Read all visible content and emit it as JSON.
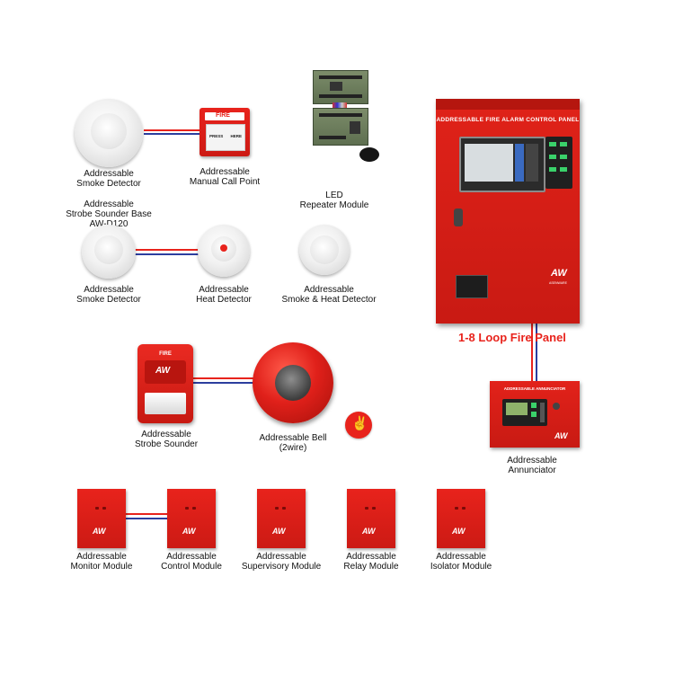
{
  "devices": {
    "smoke_detector_top": {
      "line1": "Addressable",
      "line2": "Smoke Detector"
    },
    "call_point": {
      "line1": "Addressable",
      "line2": "Manual Call Point",
      "fire_text": "FIRE",
      "press_text": "PRESS",
      "here_text": "HERE"
    },
    "led_repeater": {
      "line1": "LED",
      "line2": "Repeater Module"
    },
    "strobe_base": {
      "line1": "Addressable",
      "line2": "Strobe Sounder Base",
      "line3": "AW-D120"
    },
    "smoke_detector_mid": {
      "line1": "Addressable",
      "line2": "Smoke Detector"
    },
    "heat_detector": {
      "line1": "Addressable",
      "line2": "Heat Detector"
    },
    "smoke_heat_detector": {
      "line1": "Addressable",
      "line2": "Smoke & Heat Detector"
    },
    "strobe_sounder": {
      "line1": "Addressable",
      "line2": "Strobe Sounder",
      "fire_text": "FIRE",
      "logo": "AW"
    },
    "bell": {
      "line1": "Addressable Bell",
      "line2": "(2wire)"
    },
    "annunciator": {
      "line1": "Addressable",
      "line2": "Annunciator",
      "title": "ADDRESSABLE ANNUNCIATOR",
      "logo": "AW"
    },
    "modules": [
      {
        "line1": "Addressable",
        "line2": "Monitor Module",
        "logo": "AW"
      },
      {
        "line1": "Addressable",
        "line2": "Control Module",
        "logo": "AW"
      },
      {
        "line1": "Addressable",
        "line2": "Supervisory Module",
        "logo": "AW"
      },
      {
        "line1": "Addressable",
        "line2": "Relay Module",
        "logo": "AW"
      },
      {
        "line1": "Addressable",
        "line2": "Isolator Module",
        "logo": "AW"
      }
    ]
  },
  "panel": {
    "title": "ADDRESSABLE FIRE ALARM CONTROL PANEL",
    "caption": "1-8 Loop Fire Panel",
    "logo": "AW",
    "brand": "ASENWARE"
  },
  "colors": {
    "wire_red": "#e8231c",
    "wire_blue": "#2c3e9e",
    "device_red": "#e0201a",
    "caption_red": "#e8231c"
  }
}
